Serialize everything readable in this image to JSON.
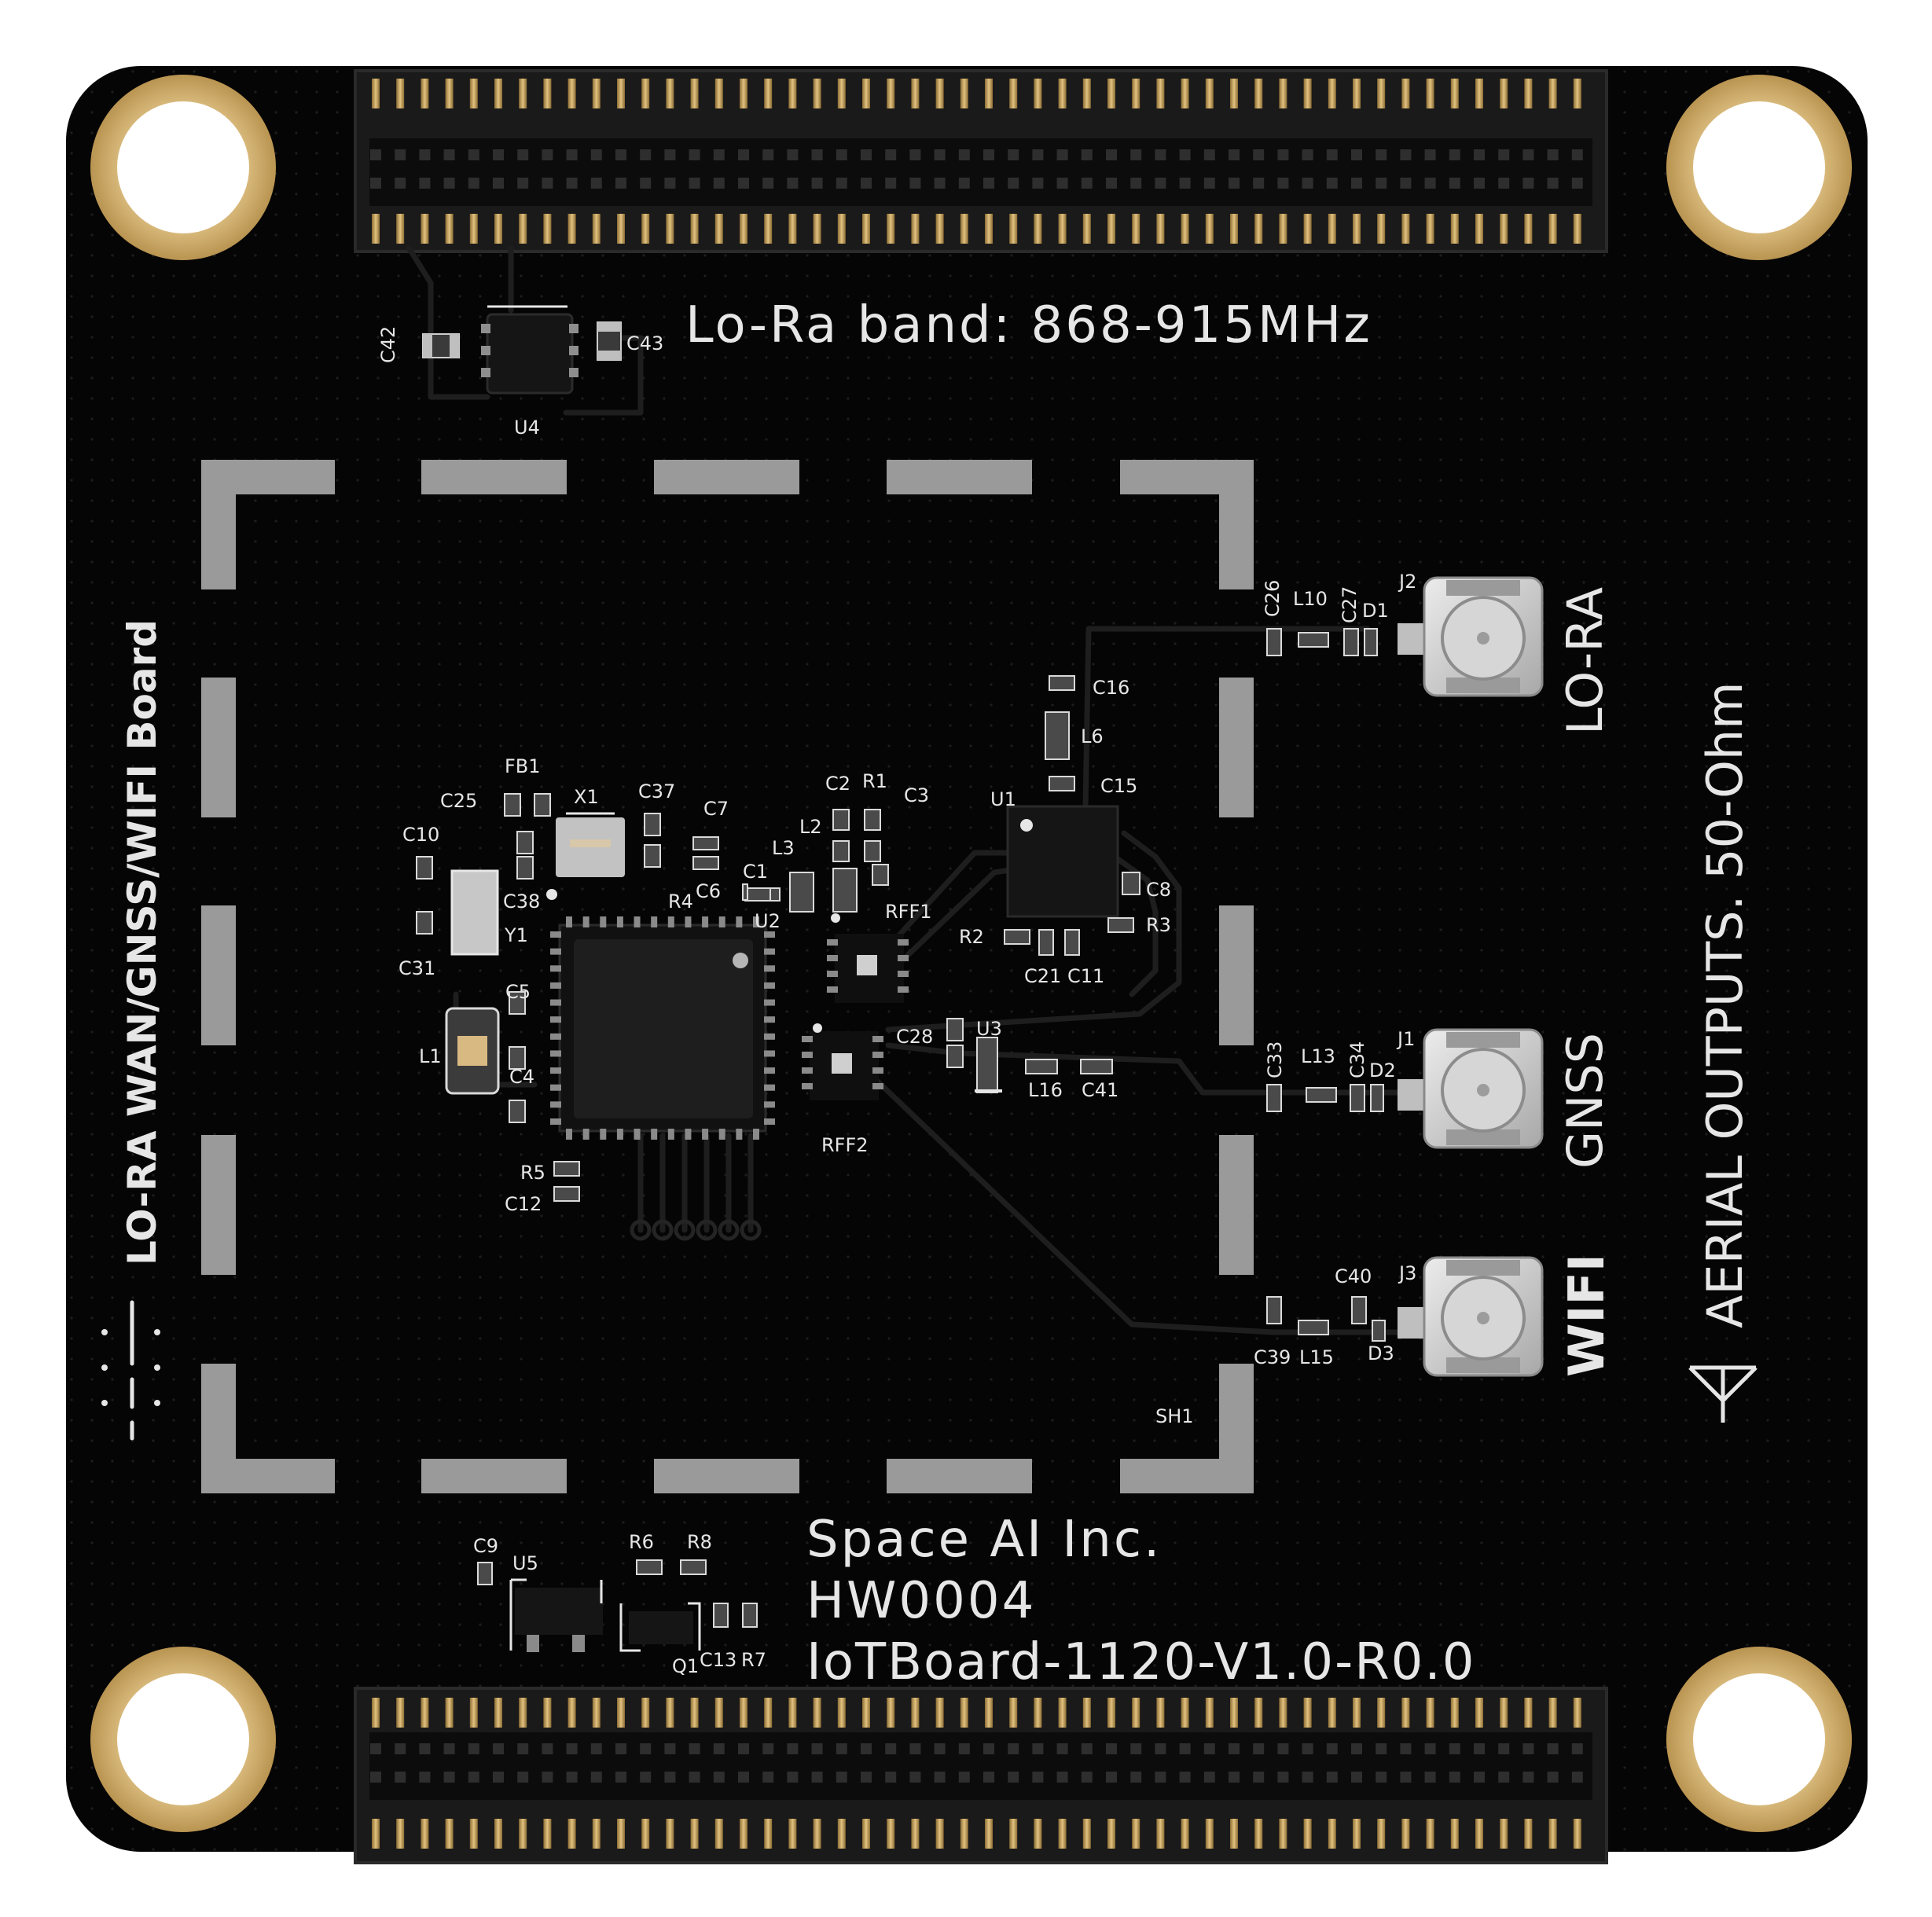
{
  "silkscreen": {
    "band": "Lo-Ra band: 868-915MHz",
    "board_title": "LO-RA WAN/GNSS/WIFI Board",
    "aerial": "AERIAL OUTPUTS. 50-Ohm",
    "company": "Space AI Inc.",
    "hw": "HW0004",
    "revision": "IoTBoard-1120-V1.0-R0.0",
    "antenna_labels": [
      "LO-RA",
      "GNSS",
      "WIFI"
    ],
    "shield": "SH1"
  },
  "refdes": {
    "C42": "C42",
    "C43": "C43",
    "U4": "U4",
    "FB1": "FB1",
    "C25": "C25",
    "X1": "X1",
    "C37": "C37",
    "C10": "C10",
    "C38": "C38",
    "Y1": "Y1",
    "C31": "C31",
    "R4": "R4",
    "C7": "C7",
    "C6": "C6",
    "C2": "C2",
    "R1": "R1",
    "C3": "C3",
    "L2": "L2",
    "L3": "L3",
    "C1": "C1",
    "U2": "U2",
    "U1": "U1",
    "C15": "C15",
    "L6": "L6",
    "C16": "C16",
    "C8": "C8",
    "R3": "R3",
    "R2": "R2",
    "C21": "C21",
    "C11": "C11",
    "RFF1": "RFF1",
    "C5": "C5",
    "L1": "L1",
    "C4": "C4",
    "R5": "R5",
    "C12": "C12",
    "C28": "C28",
    "U3": "U3",
    "L16": "L16",
    "C41": "C41",
    "RFF2": "RFF2",
    "C26": "C26",
    "L10": "L10",
    "C27": "C27",
    "D1": "D1",
    "J2": "J2",
    "C33": "C33",
    "L13": "L13",
    "C34": "C34",
    "D2": "D2",
    "J1": "J1",
    "C40": "C40",
    "J3": "J3",
    "C39": "C39",
    "L15": "L15",
    "D3": "D3",
    "C9": "C9",
    "U5": "U5",
    "R6": "R6",
    "R8": "R8",
    "Q1": "Q1",
    "C13": "C13",
    "R7": "R7"
  },
  "colors": {
    "background": "#ffffff",
    "board": "#050505",
    "silkscreen": "#e6e6e6",
    "gold": "#d4b477",
    "shield_pads": "#9a9a9a",
    "connector_pin": "#c9a45a",
    "trace": "#1c1c1c"
  }
}
